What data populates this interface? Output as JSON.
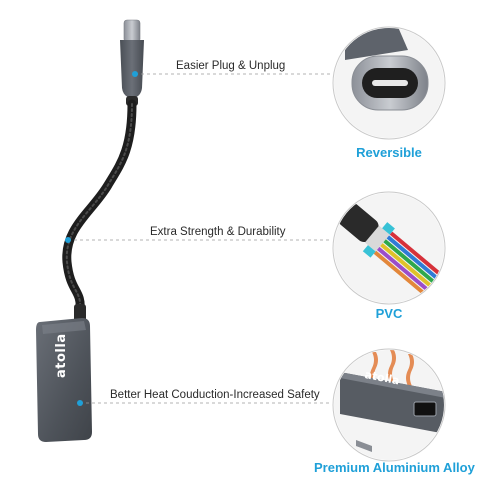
{
  "brand": {
    "name": "atolla"
  },
  "features": [
    {
      "label": "Easier Plug & Unplug"
    },
    {
      "label": "Extra Strength & Durability"
    },
    {
      "label": "Better Heat Couduction-Increased Safety"
    }
  ],
  "callouts": [
    {
      "caption": "Reversible",
      "icon": "usb-c-plug-closeup"
    },
    {
      "caption": "PVC",
      "icon": "cable-wire-cross-section"
    },
    {
      "caption": "Premium Aluminium Alloy",
      "icon": "hdmi-port-heat-closeup"
    }
  ],
  "colors": {
    "accent": "#1fa0d8",
    "housing": "#5a5f66",
    "cable": "#1e1e1e",
    "leader": "#9a9a9a"
  }
}
